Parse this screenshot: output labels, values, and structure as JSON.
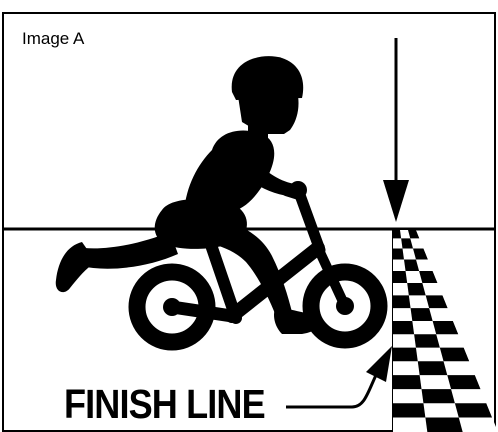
{
  "figure": {
    "label": "Image A",
    "finish_text": "FINISH LINE",
    "ink_color": "#000000",
    "paper_color": "#ffffff"
  },
  "icons": {
    "rider": "child-on-balance-bike-silhouette",
    "arrow": "down-arrow-icon",
    "pointer": "curved-pointer-arrow-icon",
    "track": "checkered-finish-track"
  }
}
